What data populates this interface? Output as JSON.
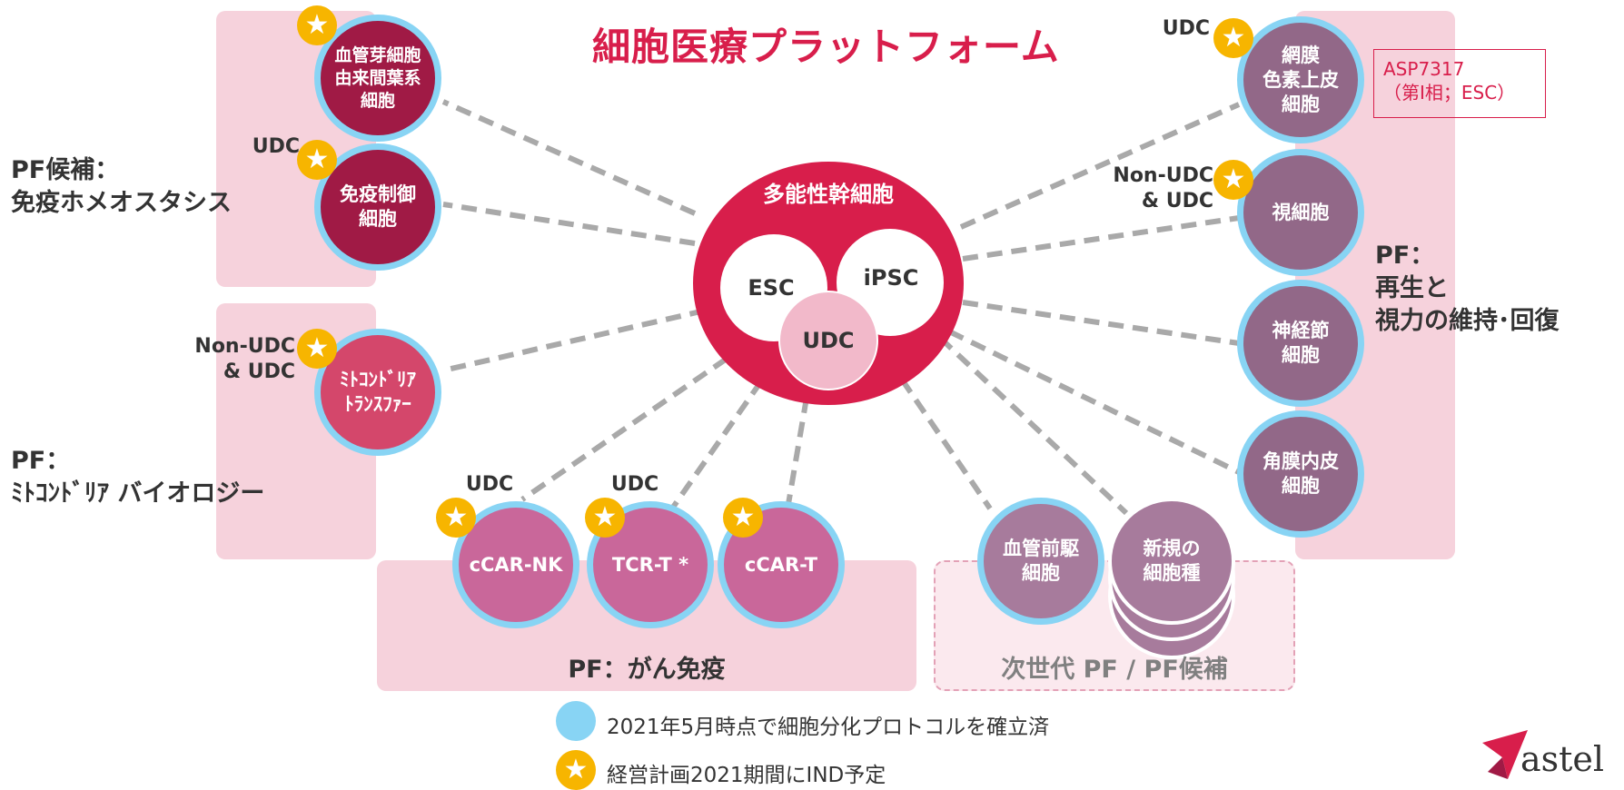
{
  "title": "細胞医療プラットフォーム",
  "center": {
    "label": "多能性幹細胞",
    "esc": "ESC",
    "ipsc": "iPSC",
    "udc": "UDC"
  },
  "nodes": {
    "vascular_mesenchymal": "血管芽細胞\n由来間葉系\n細胞",
    "immune_regulatory": "免疫制御\n細胞",
    "mito_transfer": "ﾐﾄｺﾝﾄﾞﾘｱ\nﾄﾗﾝｽﾌｧｰ",
    "ccar_nk": "cCAR-NK",
    "tcr_t": "TCR-T *",
    "ccar_t": "cCAR-T",
    "vascular_progenitor": "血管前駆\n細胞",
    "new_cell_type": "新規の\n細胞種",
    "rpe": "網膜\n色素上皮\n細胞",
    "photoreceptor": "視細胞",
    "ganglion": "神経節\n細胞",
    "corneal": "角膜内皮\n細胞"
  },
  "tags": {
    "immune": "UDC",
    "mito": "Non-UDC\n& UDC",
    "ccar_nk": "UDC",
    "tcr_t": "UDC",
    "rpe": "UDC",
    "photoreceptor": "Non-UDC\n& UDC"
  },
  "pf_labels": {
    "immune_homeostasis": "PF候補：\n免疫ホメオスタシス",
    "mitochondria": "PF：\nﾐﾄｺﾝﾄﾞﾘｱ バイオロジー",
    "cancer": "PF：がん免疫",
    "next_gen": "次世代 PF / PF候補",
    "regeneration": "PF：\n再生と\n視力の維持･回復"
  },
  "asp_box": "ASP7317\n（第Ⅰ相；ESC）",
  "legend": {
    "established": "2021年5月時点で細胞分化プロトコルを確立済",
    "ind_planned": "経営計画2021期間にIND予定"
  },
  "logo_text": "astel",
  "colors": {
    "accent_red": "#d81e4b",
    "dark_magenta": "#a01a45",
    "rose": "#d4476b",
    "pink_magenta": "#c9679a",
    "mauve": "#a77b9c",
    "purple": "#926888",
    "light_blue_ring": "#88d4f4",
    "star_gold": "#f7b500"
  }
}
